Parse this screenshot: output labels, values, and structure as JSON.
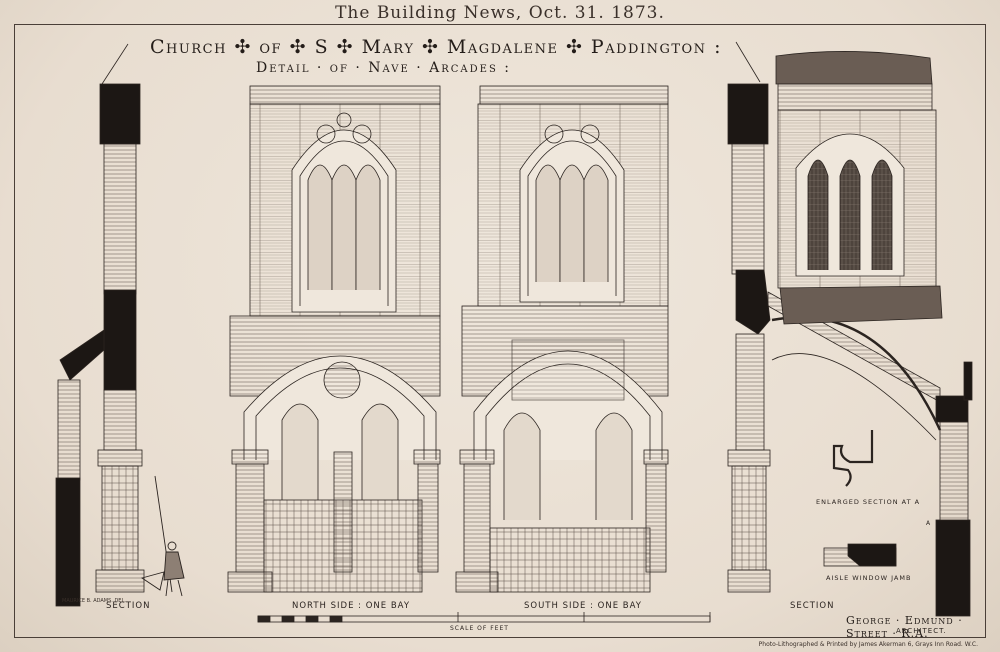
{
  "header": {
    "masthead": "The Building News, Oct. 31. 1873.",
    "title": "Church ✣ of ✣ S ✣ Mary ✣ Magdalene ✣ Paddington :",
    "subtitle": "Detail · of · Nave · Arcades :"
  },
  "labels": {
    "section_left": "SECTION",
    "north_side": "NORTH SIDE : ONE BAY",
    "south_side": "SOUTH SIDE : ONE BAY",
    "section_right": "SECTION",
    "enlarged_section": "ENLARGED SECTION AT A",
    "aisle_window_jamb": "AISLE WINDOW JAMB",
    "scale": "SCALE OF FEET",
    "marker_a": "A"
  },
  "credits": {
    "architect_name": "George · Edmund · Street · R.A.",
    "architect_title": "ARCHITECT.",
    "printer": "Photo-Lithographed & Printed by James Akerman 6, Grays Inn Road. W.C.",
    "drawn_by": "MAURICE B. ADAMS. DEL."
  },
  "colors": {
    "ink": "#2b2420",
    "paper": "#ece3d7",
    "solid": "#1c1714"
  }
}
